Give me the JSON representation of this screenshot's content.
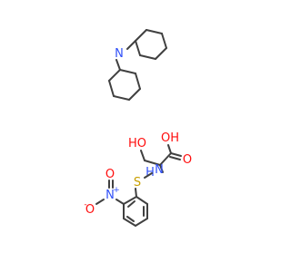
{
  "colors": {
    "bond": "#404040",
    "carbon": "#404040",
    "nitrogen": "#3050F8",
    "oxygen": "#FF0D0D",
    "sulfur": "#C8A000"
  },
  "molecule_1": {
    "name": "",
    "atom_labels": {
      "nh": "N"
    }
  },
  "molecule_2": {
    "name": "",
    "atom_labels": {
      "ho": "O",
      "oh_h": "H",
      "acid_oh_o": "O",
      "acid_oh_h": "H",
      "acid_o": "O",
      "nh": "N",
      "nh_h": "H",
      "s": "S",
      "nitro_n": "N",
      "nitro_n_charge": "+",
      "nitro_o1": "O",
      "nitro_o1_charge": "-",
      "nitro_o2": "O"
    }
  }
}
